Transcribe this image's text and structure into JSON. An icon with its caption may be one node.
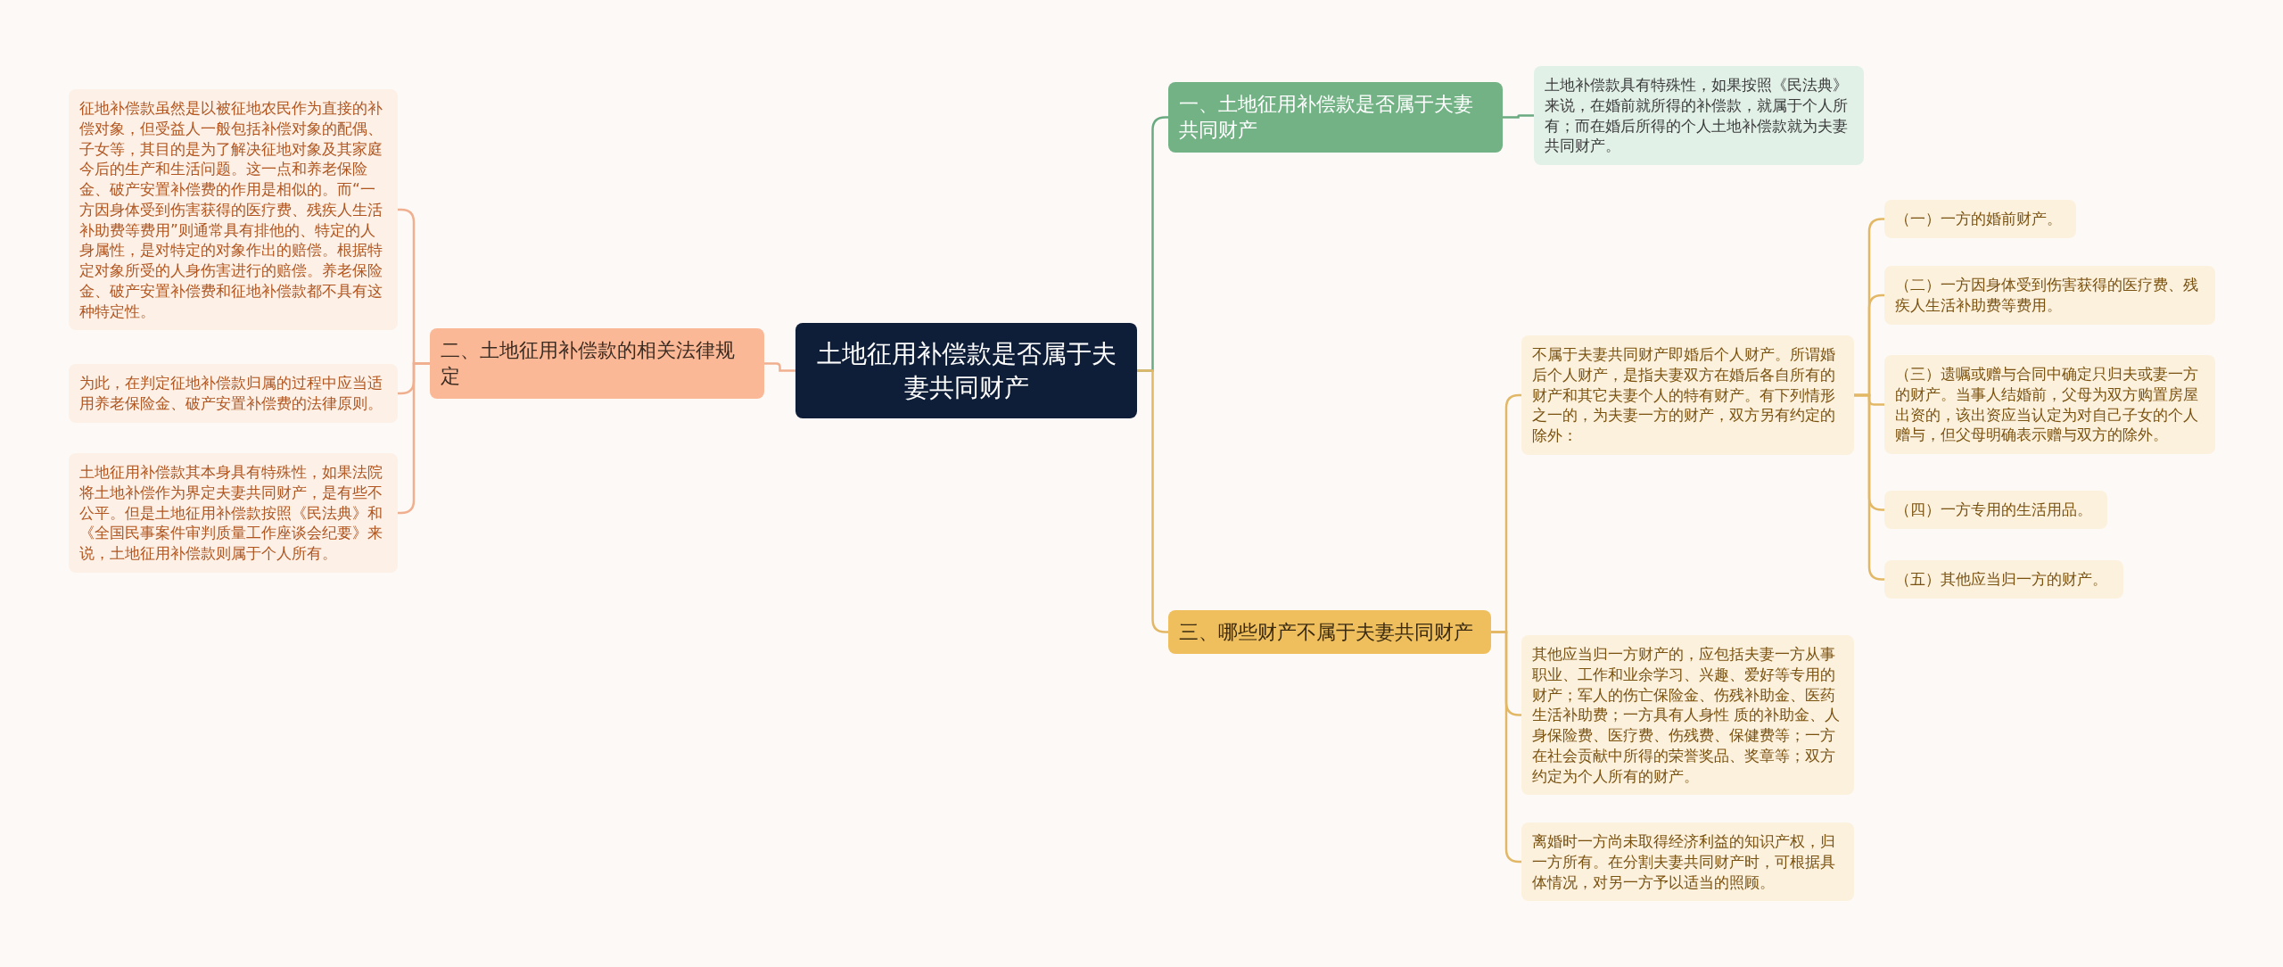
{
  "diagram": {
    "nodes": [
      {
        "text": [
          "土地征用补偿款是否属于夫妻共同财产"
        ]
      },
      {
        "text": [
          "一、土地征用补偿款是否属于夫妻共同财产"
        ]
      },
      {
        "text": [
          "土地补偿款具有特殊性，如果按照《民法典》来说，在婚前就所得的补偿款，就属于个人所有；而在婚后所得的个人土地补偿款就为夫妻共同财产。"
        ]
      },
      {
        "text": [
          "二、土地征用补偿款的相关法律规定"
        ]
      },
      {
        "text": [
          "征地补偿款虽然是以被征地农民作为直接的补偿对象，但受益人一般包括补偿对象的配偶、子女等，其目的是为了解决征地对象及其家庭今后的生产和生活问题。这一点和养老保险金、破产安置补偿费的作用是相似的。而“一方因身体受到伤害获得的医疗费、残疾人生活补助费等费用”则通常具有排他的、特定的人身属性，是对特定的对象作出的赔偿。根据特定对象所受的人身伤害进行的赔偿。养老保险金、破产安置补偿费和征地补偿款都不具有这种特定性。"
        ]
      },
      {
        "text": [
          "为此，在判定征地补偿款归属的过程中应当适用养老保险金、破产安置补偿费的法律原则。"
        ]
      },
      {
        "text": [
          "土地征用补偿款其本身具有特殊性，如果法院将土地补偿作为界定夫妻共同财产，是有些不公平。但是土地征用补偿款按照《民法典》和《全国民事案件审判质量工作座谈会纪要》来说，土地征用补偿款则属于个人所有。"
        ]
      },
      {
        "text": [
          "三、哪些财产不属于夫妻共同财产"
        ]
      },
      {
        "text": [
          "不属于夫妻共同财产即婚后个人财产。所谓婚后个人财产，是指夫妻双方在婚后各自所有的财产和其它夫妻个人的特有财产。有下列情形之一的，为夫妻一方的财产，双方另有约定的除外："
        ]
      },
      {
        "text": [
          "（一）一方的婚前财产。"
        ]
      },
      {
        "text": [
          "（二）一方因身体受到伤害获得的医疗费、残疾人生活补助费等费用。"
        ]
      },
      {
        "text": [
          "（三）遗嘱或赠与合同中确定只归夫或妻一方的财产。当事人结婚前，父母为双方购置房屋出资的，该出资应当认定为对自己子女的个人赠与，但父母明确表示赠与双方的除外。"
        ]
      },
      {
        "text": [
          "（四）一方专用的生活用品。"
        ]
      },
      {
        "text": [
          "（五）其他应当归一方的财产。"
        ]
      },
      {
        "text": [
          "其他应当归一方财产的，应包括夫妻一方从事职业、工作和业余学习、兴趣、爱好等专用的财产；军人的伤亡保险金、伤残补助金、医药生活补助费；一方具有人身性 质的补助金、人身保险费、医疗费、伤残费、保健费等；一方在社会贡献中所得的荣誉奖品、奖章等；双方约定为个人所有的财产。"
        ]
      },
      {
        "text": [
          "离婚时一方尚未取得经济利益的知识产权，归一方所有。在分割夫妻共同财产时，可根据具体情况，对另一方予以适当的照顾。"
        ]
      }
    ],
    "edges": [
      {
        "from": 0,
        "to": 1,
        "arrow": "none",
        "color": "#6aaa80"
      },
      {
        "from": 1,
        "to": 2,
        "arrow": "none",
        "color": "#6aaa80"
      },
      {
        "from": 0,
        "to": 3,
        "arrow": "none",
        "color": "#f0b090"
      },
      {
        "from": 3,
        "to": 4,
        "arrow": "none",
        "color": "#f0b090"
      },
      {
        "from": 3,
        "to": 5,
        "arrow": "none",
        "color": "#f0b090"
      },
      {
        "from": 3,
        "to": 6,
        "arrow": "none",
        "color": "#f0b090"
      },
      {
        "from": 0,
        "to": 7,
        "arrow": "none"
      },
      {
        "from": 7,
        "to": 8,
        "arrow": "none"
      },
      {
        "from": 8,
        "to": 9,
        "arrow": "none"
      },
      {
        "from": 8,
        "to": 10,
        "arrow": "none"
      },
      {
        "from": 8,
        "to": 11,
        "arrow": "none"
      },
      {
        "from": 8,
        "to": 12,
        "arrow": "none"
      },
      {
        "from": 8,
        "to": 13,
        "arrow": "none"
      },
      {
        "from": 7,
        "to": 14,
        "arrow": "none"
      },
      {
        "from": 7,
        "to": 15,
        "arrow": "none"
      }
    ]
  }
}
